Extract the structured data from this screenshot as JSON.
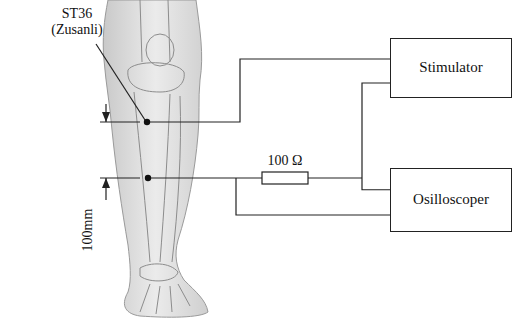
{
  "diagram": {
    "nodes": [
      {
        "text": [
          "Stimulator"
        ]
      },
      {
        "text": [
          "Osilloscoper"
        ]
      }
    ],
    "edges": [
      {
        "from": 0,
        "to": 1,
        "arrow": "none"
      }
    ],
    "labels": [
      "ST36 (Zusanli)",
      "100 Ω",
      "100mm"
    ]
  }
}
